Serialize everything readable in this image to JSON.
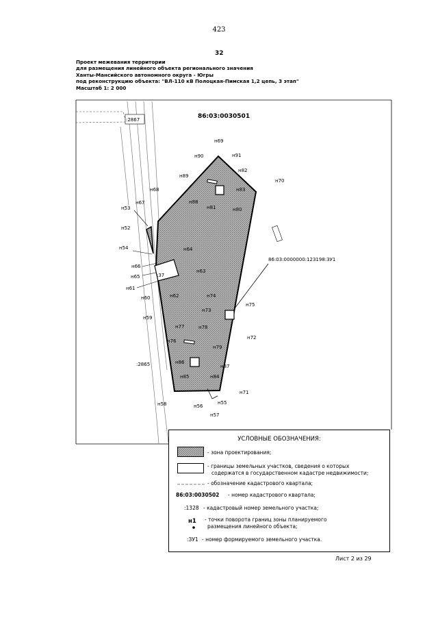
{
  "page_number": "423",
  "sheet_number": "32",
  "header": {
    "line1": "Проект межевания территории",
    "line2": "для размещения линейного объекта регионального значения",
    "line3": "Ханты-Мансийского автономного округа - Югры",
    "line4": "под реконструкцию объекта: \"ВЛ-110 кВ Полоцкая-Пимская 1,2 цепь, 3 этап\"",
    "line5": "Масштаб 1: 2 000"
  },
  "map": {
    "quarter_number": "86:03:0030501",
    "parcel_labels": {
      "p2867": ":2867",
      "p37": ":37",
      "p2865": ":2865"
    },
    "callout": "86:03:0000000:123198:ЗУ1",
    "points": {
      "n69": "н69",
      "n90": "н90",
      "n91": "н91",
      "n82": "н82",
      "n89": "н89",
      "n83": "н83",
      "n70": "н70",
      "n68": "н68",
      "n67": "н67",
      "n88": "н88",
      "n81": "н81",
      "n80": "н80",
      "n53": "н53",
      "n52": "н52",
      "n54": "н54",
      "n64": "н64",
      "n66": "н66",
      "n63": "н63",
      "n65": "н65",
      "n61": "н61",
      "n62": "н62",
      "n74": "н74",
      "n60": "н60",
      "n75": "н75",
      "n73": "н73",
      "n59": "н59",
      "n72": "н72",
      "n77": "н77",
      "n78": "н78",
      "n76": "н76",
      "n79": "н79",
      "n86": "н86",
      "n87": "н87",
      "n85": "н85",
      "n84": "н84",
      "n71": "н71",
      "n58": "н58",
      "n56": "н56",
      "n55": "н55",
      "n57": "н57"
    }
  },
  "legend": {
    "title": "УСЛОВНЫЕ ОБОЗНАЧЕНИЯ:",
    "zone": "- зона проектирования;",
    "parcels_line1": "- границы земельных участков, сведения о которых",
    "parcels_line2": "содержатся  в государственном кадастре недвижимости;",
    "quarter_boundary": "- обозначение кадастрового квартала;",
    "quarter_example": "86:03:0030502",
    "quarter_desc": "- номер кадастрового квартала;",
    "parcel_example": ":1328",
    "parcel_desc": "- кадастровый номер земельного участка;",
    "point_example": "н1",
    "point_line1": "- точки поворота границ зоны планируемого",
    "point_line2": "размещения линейного объекта;",
    "zu_example": ":ЗУ1",
    "zu_desc": "- номер формируемого земельного участка."
  },
  "footer": "Лист 2 из 29",
  "colors": {
    "zone_fill": "#a8a8a8",
    "line": "#000000",
    "road": "#7a7a7a"
  }
}
